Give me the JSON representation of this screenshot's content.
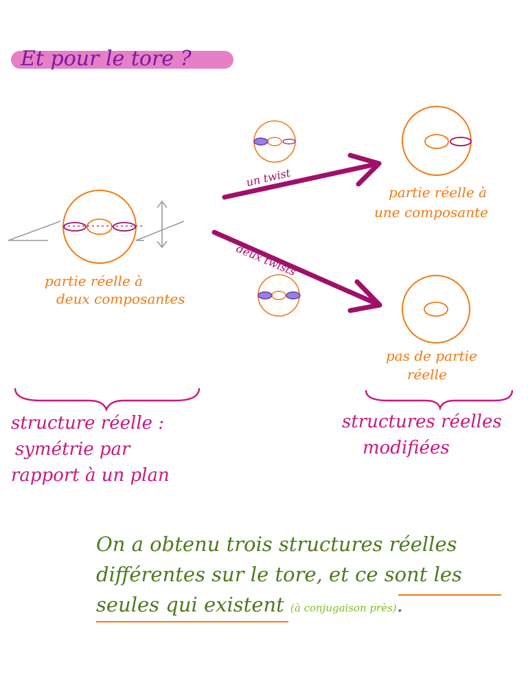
{
  "title": "Et pour le tore ?",
  "arrows": {
    "one_twist": "un twist",
    "two_twists": "deux twists"
  },
  "labels": {
    "left_line1": "partie réelle à",
    "left_line2": "deux composantes",
    "top_right_line1": "partie réelle à",
    "top_right_line2": "une composante",
    "bottom_right_line1": "pas de partie",
    "bottom_right_line2": "réelle"
  },
  "braces": {
    "left_line1": "structure réelle :",
    "left_line2": "symétrie par",
    "left_line3": "rapport à un plan",
    "right_line1": "structures réelles",
    "right_line2": "modifiées"
  },
  "conclusion": {
    "part1": "On a obtenu trois structures réelles différentes sur le tore, et",
    "underlined1": "ce sont les seules qui existent",
    "note": "(à conjugaison près)",
    "end": "."
  },
  "colors": {
    "orange": "#f07a12",
    "magenta": "#c8187e",
    "arrow": "#a0106a",
    "title_highlight": "#e77fc6",
    "green": "#4c7a1c"
  }
}
